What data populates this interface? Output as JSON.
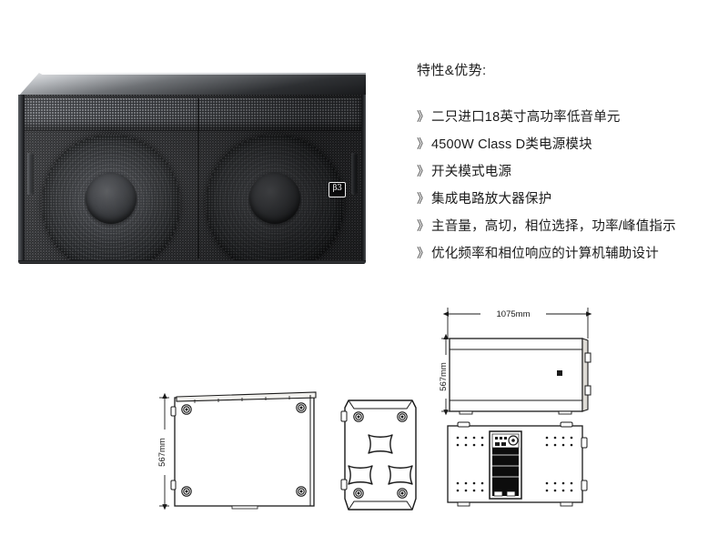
{
  "page": {
    "background_color": "#ffffff",
    "product_type": "dual-18-inch-active-subwoofer"
  },
  "product_photo": {
    "alt_name": "dual 18 inch subwoofer front three-quarter view",
    "brand_badge": "β3",
    "driver_count": 2
  },
  "features": {
    "title": "特性&优势:",
    "bullet_mark": "》",
    "items": [
      "二只进口18英寸高功率低音单元",
      "4500W Class D类电源模块",
      "开关模式电源",
      "集成电路放大器保护",
      "主音量，高切，相位选择，功率/峰值指示",
      "优化频率和相位响应的计算机辅助设计"
    ]
  },
  "drawings": {
    "line_color": "#1a1a1a",
    "fill_color": "#ffffff",
    "views": [
      {
        "name": "side-view",
        "label": "567mm",
        "label_orientation": "vertical",
        "fittings": 4,
        "position": "bottom-left"
      },
      {
        "name": "end-panel-view",
        "handle_cutouts": 3,
        "fittings": 4,
        "position": "bottom-center"
      },
      {
        "name": "front-elevation",
        "labels": [
          "1075mm",
          "567mm"
        ],
        "position": "top-right"
      },
      {
        "name": "rear-panel-view",
        "amplifier_module": "amp-plate",
        "position": "bottom-right"
      }
    ],
    "dimensions": {
      "width": "1075mm",
      "height": "567mm",
      "front_width_label": "1075mm",
      "front_height_label": "567mm",
      "side_height_label": "567mm"
    }
  }
}
